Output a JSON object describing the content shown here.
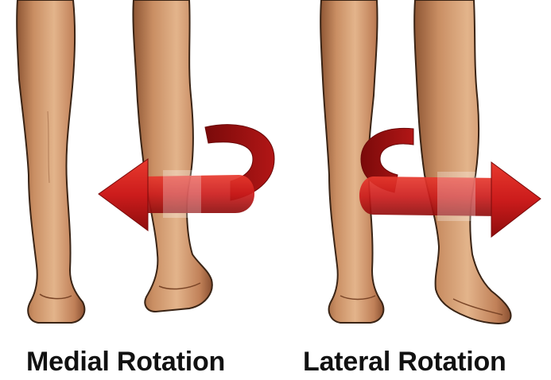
{
  "panels": [
    {
      "label": "Medial Rotation"
    },
    {
      "label": "Lateral Rotation"
    }
  ],
  "colors": {
    "skin": "#d9a57c",
    "skin_shadow": "#a86a46",
    "outline": "#3a2415",
    "arrow": "#cc1f1f",
    "arrow_dark": "#8a0f0f",
    "caption": "#111111"
  },
  "icons": [
    "leg-illustration",
    "rotation-arrow-icon"
  ]
}
